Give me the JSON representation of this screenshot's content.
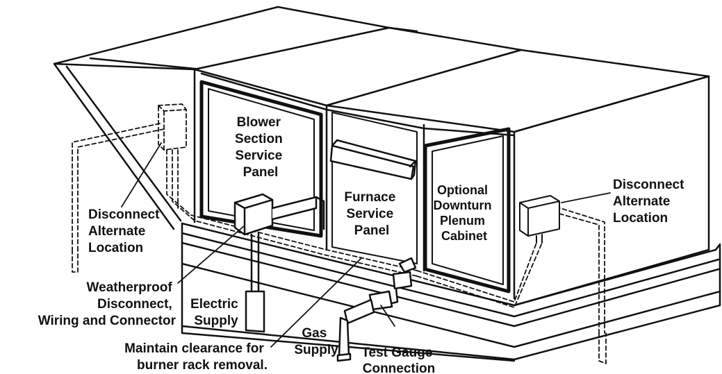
{
  "labels": {
    "blower": [
      "Blower",
      "Section",
      "Service",
      "Panel"
    ],
    "furnace": [
      "Furnace",
      "Service",
      "Panel"
    ],
    "downturn": [
      "Optional",
      "Downturn",
      "Plenum",
      "Cabinet"
    ],
    "disconnect_left": [
      "Disconnect",
      "Alternate",
      "Location"
    ],
    "disconnect_right": [
      "Disconnect",
      "Alternate",
      "Location"
    ],
    "weatherproof": [
      "Weatherproof",
      "Disconnect,",
      "Wiring and Connector"
    ],
    "electric": [
      "Electric",
      "Supply"
    ],
    "gas": [
      "Gas",
      "Supply"
    ],
    "clearance": [
      "Maintain clearance for",
      "burner rack removal."
    ],
    "test_gauge": [
      "Test Gauge",
      "Connection"
    ]
  },
  "colors": {
    "line": "#111111",
    "background": "#ffffff"
  }
}
